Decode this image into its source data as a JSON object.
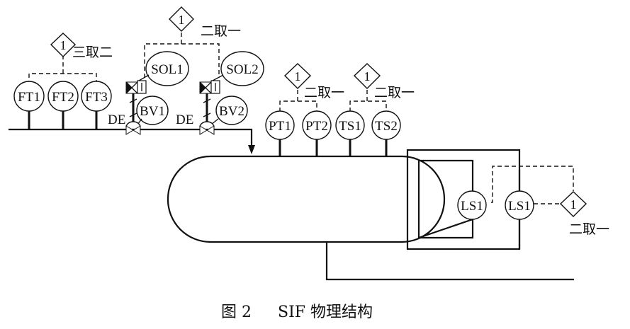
{
  "figure": {
    "caption_number": "图 2",
    "caption_title": "SIF 物理结构"
  },
  "instruments": {
    "flow": [
      "FT1",
      "FT2",
      "FT3"
    ],
    "solenoids": [
      "SOL1",
      "SOL2"
    ],
    "valves": [
      "BV1",
      "BV2"
    ],
    "valve_action_label": "DE",
    "pressure": [
      "PT1",
      "PT2"
    ],
    "temperature": [
      "TS1",
      "TS2"
    ],
    "level": [
      "LS1",
      "LS1"
    ]
  },
  "logic_blocks": {
    "symbol": "1",
    "flow_vote": "三取二",
    "valve_vote": "二取一",
    "pressure_vote": "二取一",
    "temperature_vote": "二取一",
    "level_vote": "二取一"
  }
}
